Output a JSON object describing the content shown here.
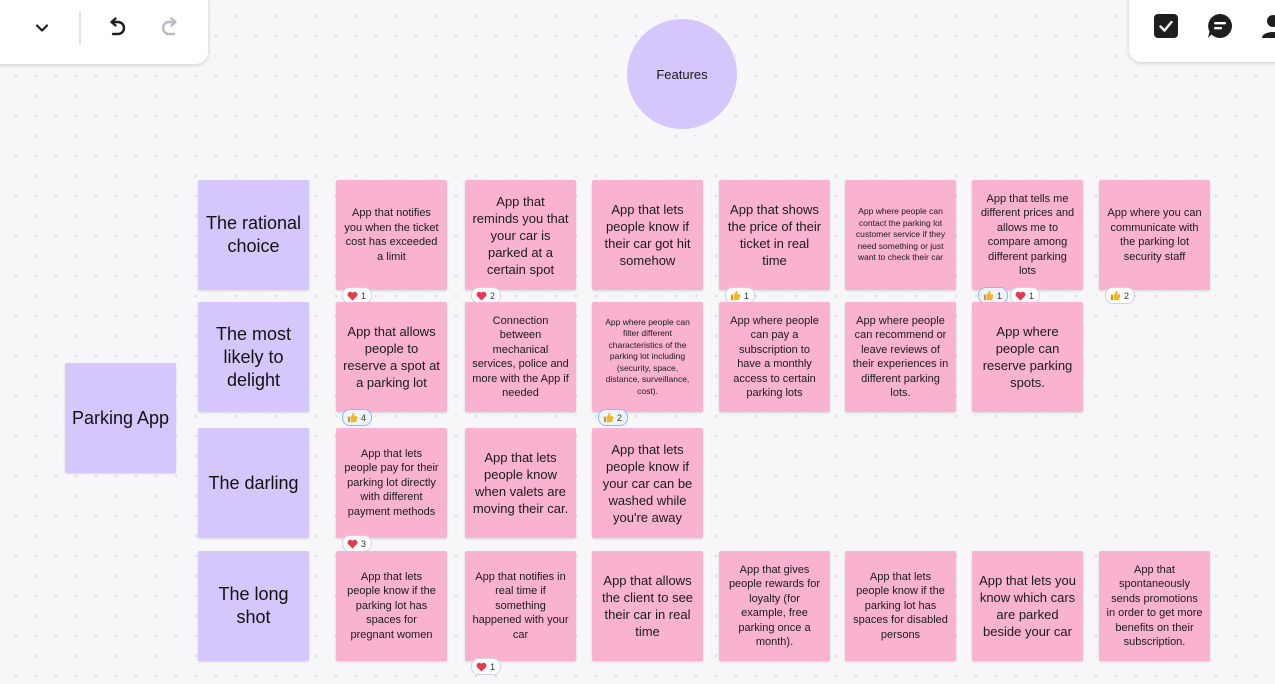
{
  "toolbar_left": {
    "collapse_icon": "chevron-down-icon",
    "undo_icon": "undo-icon",
    "redo_icon": "redo-icon"
  },
  "toolbar_right": {
    "tasks_icon": "checkbox-icon",
    "comments_icon": "comment-icon",
    "user_icon": "user-icon"
  },
  "board": {
    "header_circle": "Features",
    "root_label": "Parking App",
    "row_labels": [
      "The rational choice",
      "The most likely to delight",
      "The darling",
      "The long shot"
    ],
    "colors": {
      "sticky": "#f9b3d1",
      "label": "#d5c7fb",
      "heart": "#e53950",
      "thumb": "#f2b61f"
    },
    "rows": [
      {
        "notes": [
          {
            "text": "App that notifies you when the ticket cost has exceeded a limit",
            "size": "md",
            "reactions": [
              {
                "icon": "heart-icon",
                "count": "1"
              }
            ]
          },
          {
            "text": "App that reminds you that your car is parked at a certain spot",
            "size": "lg",
            "reactions": [
              {
                "icon": "heart-icon",
                "count": "2"
              }
            ]
          },
          {
            "text": "App that lets people know if their car got hit somehow",
            "size": "lg",
            "reactions": []
          },
          {
            "text": "App that shows the price of their ticket in real time",
            "size": "lg",
            "reactions": [
              {
                "icon": "thumbs-up-icon",
                "count": "1"
              }
            ]
          },
          {
            "text": "App where people can contact the parking lot customer service if they need something or just want to check their car",
            "size": "sm",
            "reactions": []
          },
          {
            "text": "App that tells me different prices and allows me to compare among different parking lots",
            "size": "md",
            "reactions": [
              {
                "icon": "thumbs-up-icon",
                "count": "1",
                "selected": true
              },
              {
                "icon": "heart-icon",
                "count": "1"
              }
            ]
          },
          {
            "text": "App where you can communicate with the parking lot security staff",
            "size": "md",
            "reactions": [
              {
                "icon": "thumbs-up-icon",
                "count": "2"
              }
            ]
          }
        ]
      },
      {
        "notes": [
          {
            "text": "App that allows people to reserve a spot at a parking lot",
            "size": "lg",
            "reactions": [
              {
                "icon": "thumbs-up-icon",
                "count": "4",
                "selected": true
              }
            ]
          },
          {
            "text": "Connection between mechanical services, police and more with the App if needed",
            "size": "md",
            "reactions": []
          },
          {
            "text": "App where people can filter different characteristics of the parking lot including (security, space, distance, surveillance, cost).",
            "size": "sm",
            "reactions": [
              {
                "icon": "thumbs-up-icon",
                "count": "2",
                "selected": true
              }
            ]
          },
          {
            "text": "App where people can pay a subscription to have a monthly access to certain parking lots",
            "size": "md",
            "reactions": []
          },
          {
            "text": "App where people can recommend or leave reviews of their experiences in different parking lots.",
            "size": "md",
            "reactions": []
          },
          {
            "text": "App where people can reserve parking spots.",
            "size": "lg",
            "reactions": []
          }
        ]
      },
      {
        "notes": [
          {
            "text": "App that lets people pay for their parking lot directly with different payment methods",
            "size": "md",
            "reactions": [
              {
                "icon": "heart-icon",
                "count": "3"
              }
            ]
          },
          {
            "text": "App that lets people know when valets are moving their car.",
            "size": "lg",
            "reactions": []
          },
          {
            "text": "App that lets people know if your car can be washed while you're away",
            "size": "lg",
            "reactions": []
          }
        ]
      },
      {
        "notes": [
          {
            "text": "App that lets people know if the parking lot has spaces for pregnant women",
            "size": "md",
            "reactions": []
          },
          {
            "text": "App that notifies in real time if something happened with your car",
            "size": "md",
            "reactions": [
              {
                "icon": "heart-icon",
                "count": "1"
              }
            ]
          },
          {
            "text": "App that allows the client to see their car in real time",
            "size": "lg",
            "reactions": []
          },
          {
            "text": "App that gives people rewards for loyalty (for example, free parking once a month).",
            "size": "md",
            "reactions": []
          },
          {
            "text": "App that lets people know if the parking lot has spaces for disabled persons",
            "size": "md",
            "reactions": []
          },
          {
            "text": "App that lets you know which cars are parked beside your car",
            "size": "lg",
            "reactions": []
          },
          {
            "text": "App that spontaneously sends promotions in order to get more benefits on their subscription.",
            "size": "md",
            "reactions": []
          }
        ]
      }
    ]
  }
}
